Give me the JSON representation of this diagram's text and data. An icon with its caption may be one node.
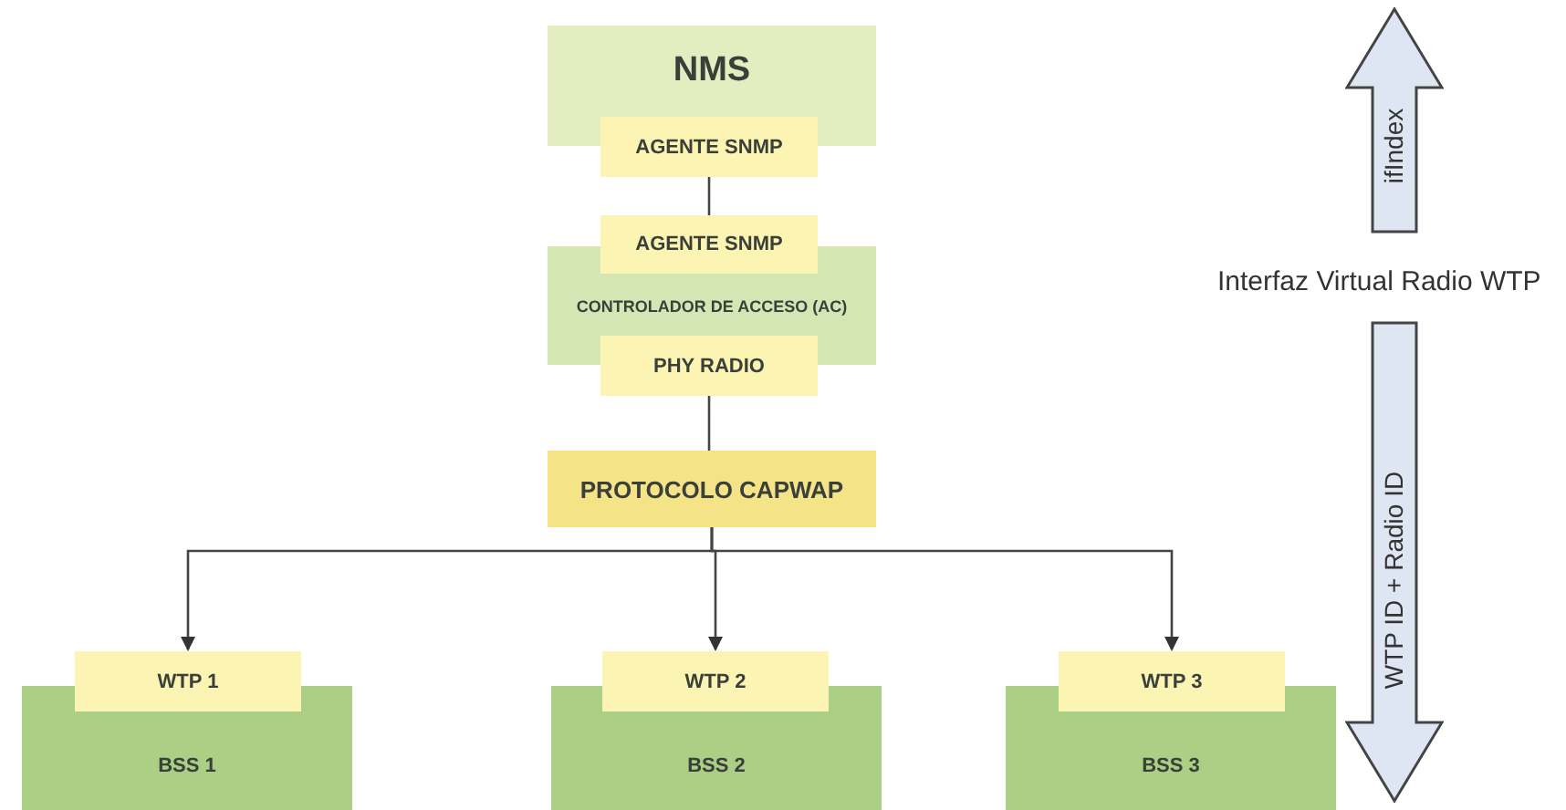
{
  "diagram": {
    "nodes": [
      {
        "text": [
          "NMS"
        ]
      },
      {
        "text": [
          "AGENTE SNMP"
        ]
      },
      {
        "text": [
          "CONTROLADOR DE ACCESO (AC)"
        ]
      },
      {
        "text": [
          "AGENTE SNMP"
        ]
      },
      {
        "text": [
          "PHY RADIO"
        ]
      },
      {
        "text": [
          "PROTOCOLO CAPWAP"
        ]
      },
      {
        "text": [
          "WTP 1"
        ]
      },
      {
        "text": [
          "BSS 1"
        ]
      },
      {
        "text": [
          "WTP 2"
        ]
      },
      {
        "text": [
          "BSS 2"
        ]
      },
      {
        "text": [
          "WTP 3"
        ]
      },
      {
        "text": [
          "BSS 3"
        ]
      },
      {
        "text": [
          "ifIndex"
        ]
      },
      {
        "text": [
          "WTP ID + Radio ID"
        ]
      }
    ],
    "edges": [
      {
        "from": 1,
        "to": 3,
        "arrow": "none"
      },
      {
        "from": 4,
        "to": 5,
        "arrow": "none"
      },
      {
        "from": 5,
        "to": 6,
        "arrow": "to"
      },
      {
        "from": 5,
        "to": 8,
        "arrow": "to"
      },
      {
        "from": 5,
        "to": 10,
        "arrow": "to"
      }
    ],
    "labels": [
      "Interfaz Virtual Radio WTP"
    ]
  }
}
